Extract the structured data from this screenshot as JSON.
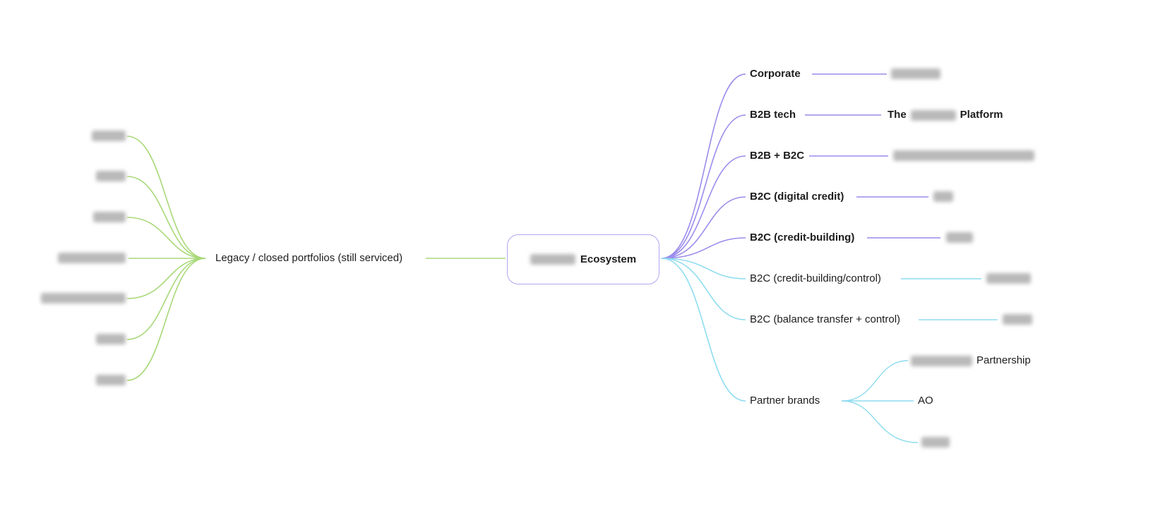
{
  "center": {
    "label": "Ecosystem",
    "name_redacted": true
  },
  "left": {
    "label": "Legacy / closed portfolios (still serviced)",
    "items": [
      {
        "redacted": true
      },
      {
        "redacted": true
      },
      {
        "redacted": true
      },
      {
        "redacted": true
      },
      {
        "redacted": true
      },
      {
        "redacted": true
      },
      {
        "redacted": true
      }
    ]
  },
  "right": {
    "branches": [
      {
        "label": "Corporate",
        "bold": true,
        "value_redacted": true
      },
      {
        "label": "B2B tech",
        "bold": true,
        "value_prefix": "The",
        "value_suffix": "Platform",
        "value_redacted": true
      },
      {
        "label": "B2B + B2C",
        "bold": true,
        "value_redacted": true
      },
      {
        "label": "B2C (digital credit)",
        "bold": true,
        "value_redacted": true
      },
      {
        "label": "B2C (credit-building)",
        "bold": true,
        "value_redacted": true
      },
      {
        "label": "B2C (credit-building/control)",
        "bold": false,
        "value_redacted": true
      },
      {
        "label": "B2C (balance transfer + control)",
        "bold": false,
        "value_redacted": true
      },
      {
        "label": "Partner brands",
        "bold": false,
        "children": [
          {
            "suffix": "Partnership",
            "redacted": true
          },
          {
            "label": "AO",
            "redacted": false
          },
          {
            "redacted": true
          }
        ]
      }
    ]
  },
  "colors": {
    "green_edge": "#a8d878",
    "purple_edge": "#9c8cec",
    "cyan_edge": "#8fdcf0",
    "node_border": "#b3a6f2",
    "text": "#1d1d1f"
  }
}
